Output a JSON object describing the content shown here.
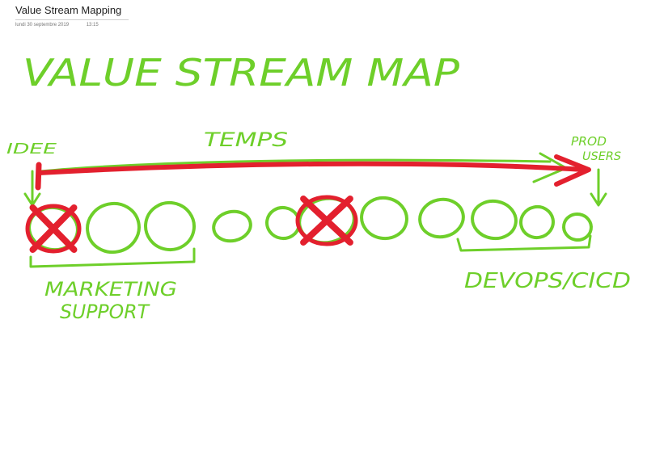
{
  "page": {
    "title": "Value Stream Mapping",
    "date": "lundi 30 septembre 2019",
    "time": "13:15"
  },
  "ink": {
    "green": "#6ecf2a",
    "red": "#e3202e"
  },
  "sketch": {
    "heading": "VALUE STREAM MAP",
    "start_label": "IDEE",
    "time_label": "TEMPS",
    "end_label_line1": "PROD",
    "end_label_line2": "USERS",
    "left_group_line1": "MARKETING",
    "left_group_line2": "SUPPORT",
    "right_group": "DEVOPS/CICD",
    "steps": [
      {
        "crossed": true
      },
      {
        "crossed": false
      },
      {
        "crossed": false
      },
      {
        "crossed": false
      },
      {
        "crossed": false
      },
      {
        "crossed": true
      },
      {
        "crossed": false
      },
      {
        "crossed": false
      },
      {
        "crossed": false
      },
      {
        "crossed": false
      },
      {
        "crossed": false
      }
    ]
  }
}
